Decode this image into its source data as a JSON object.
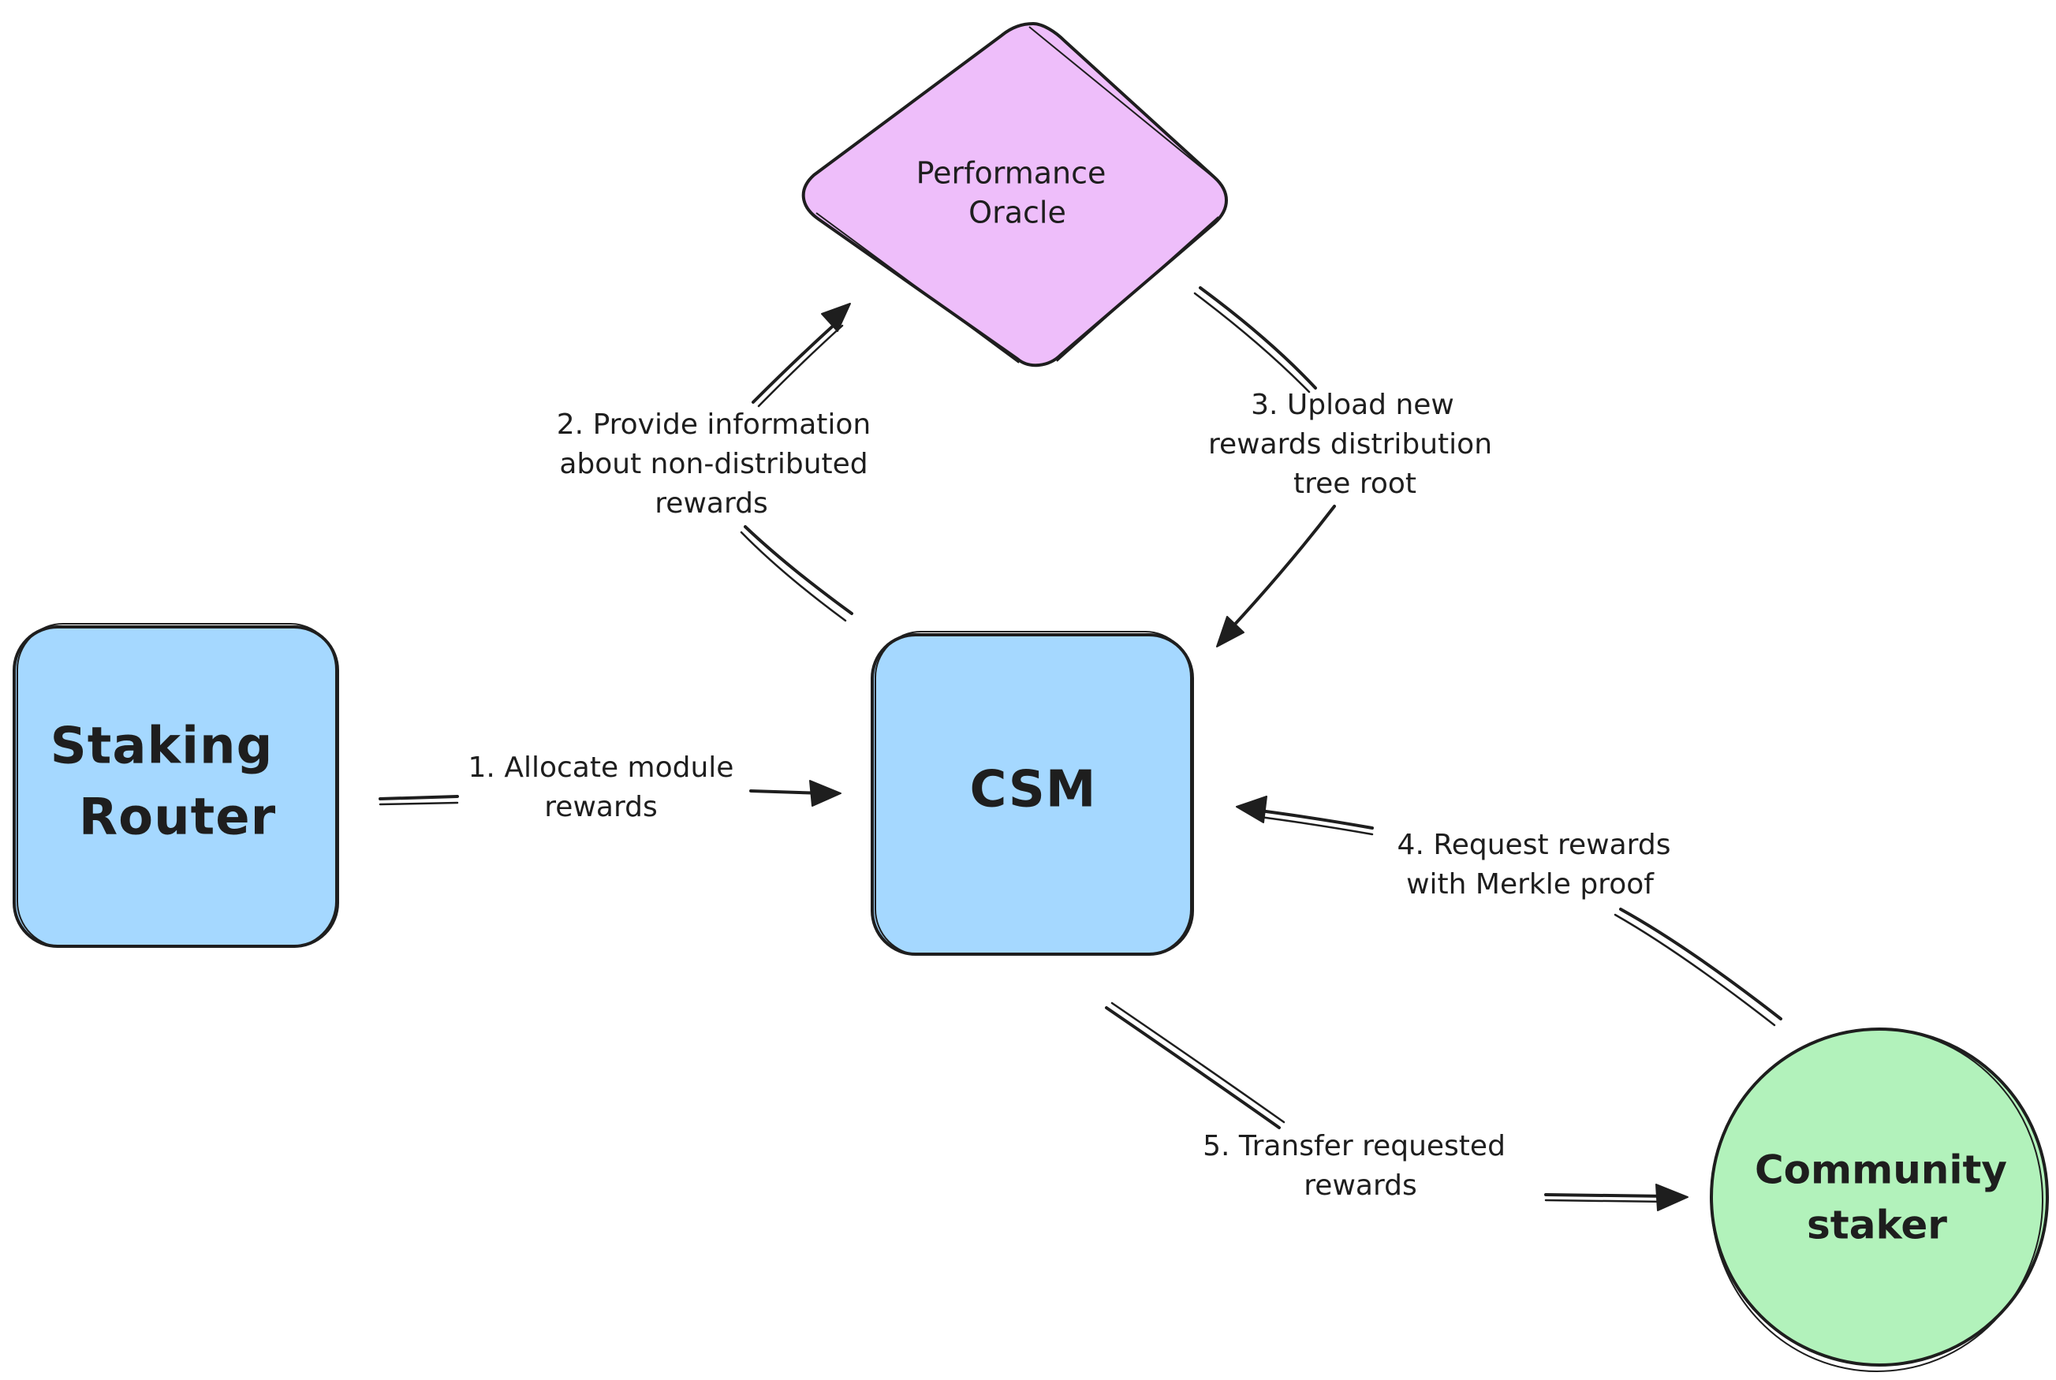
{
  "colors": {
    "box_fill": "#a5d8ff",
    "oracle_fill": "#eebefa",
    "staker_fill": "#b2f2bb",
    "stroke": "#1e1e1e"
  },
  "nodes": {
    "staking_router": {
      "lines": [
        "Staking",
        "Router"
      ]
    },
    "csm": {
      "lines": [
        "CSM"
      ]
    },
    "performance_oracle": {
      "lines": [
        "Performance",
        "Oracle"
      ]
    },
    "community_staker": {
      "lines": [
        "Community",
        "staker"
      ]
    }
  },
  "edges": {
    "allocate": {
      "lines": [
        "1. Allocate module",
        "rewards"
      ]
    },
    "provide_info": {
      "lines": [
        "2. Provide information",
        "about non-distributed",
        "rewards"
      ]
    },
    "upload_root": {
      "lines": [
        "3. Upload new",
        "rewards distribution",
        "tree root"
      ]
    },
    "request_rewards": {
      "lines": [
        "4. Request rewards",
        "with Merkle proof"
      ]
    },
    "transfer_rewards": {
      "lines": [
        "5. Transfer requested",
        "rewards"
      ]
    }
  }
}
